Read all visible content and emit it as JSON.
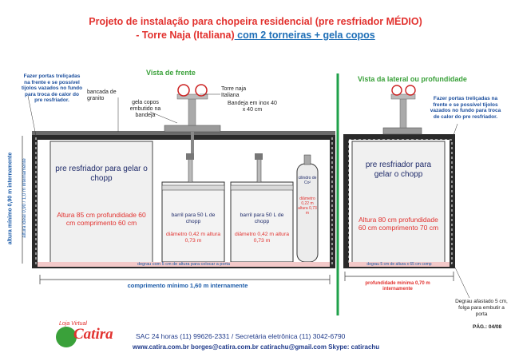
{
  "title": {
    "line1": "Projeto de instalação para chopeira residencial (pre resfriador MÉDIO)",
    "line2_prefix": "- Torre Naja (Italiana)",
    "line2_suffix": " com 2 torneiras + gela copos"
  },
  "front_view": {
    "heading": "Vista de frente",
    "note_left": "Fazer portas treliçadas na frente e se possível tijolos vazados no fundo para troca de calor do pre resfriador.",
    "bancada": "bancada de granito",
    "gela_copos": "gela copos embutido na bandeja",
    "torre": "Torre naja Italiana",
    "bandeja": "Bandeja em inox 40 x 40 cm",
    "pre_title": "pre resfriador para gelar o chopp",
    "pre_dims": "Altura 85 cm profundidade 60 cm comprimento 60 cm",
    "barril1_title": "barril para 50 L de chopp",
    "barril1_dims": "diâmetro 0,42 m altura 0,73 m",
    "barril2_title": "barril para 50 L de chopp",
    "barril2_dims": "diâmetro 0,42 m altura 0,73 m",
    "cilindro": "cilindro de Co²",
    "cilindro_dims": "diâmetro 0,22 m altura 0,73 m",
    "degrau": "degrau com 5 cm de altura para colocar a porta",
    "comprimento": "comprimento mínimo 1,60 m internamente",
    "altura_min": "altura mínimo 0,90 m internamente",
    "altura_ideal": "altura ideal 0,90 / 1,0 m internamente"
  },
  "side_view": {
    "heading": "Vista da lateral ou profundidade",
    "note_right": "Fazer portas treliçadas na frente e se possível tijolos vazados no fundo para troca de calor do pre resfriador.",
    "pre_title": "pre resfriador para gelar o chopp",
    "pre_dims": "Altura 80 cm profundidade 60 cm comprimento 70 cm",
    "degrau": "degrau 5 cm de altura x 65 cm comp",
    "profundidade": "profundidade mínima 0,70 m internamente",
    "degrau_afastado": "Degrau afastado 5 cm, folga para embutir a porta",
    "pag": "PÁG.: 04/08"
  },
  "footer": {
    "brand_small": "Loja Virtual",
    "brand": "Catira",
    "sac": "SAC 24 horas (11) 99626-2331 / Secretária eletrônica (11) 3042-6790",
    "links": "www.catira.com.br  borges@catira.com.br  catirachu@gmail.com  Skype: catirachu"
  },
  "colors": {
    "accent_red": "#e2322f",
    "blue": "#1a5aa8",
    "green": "#3aa13a"
  }
}
